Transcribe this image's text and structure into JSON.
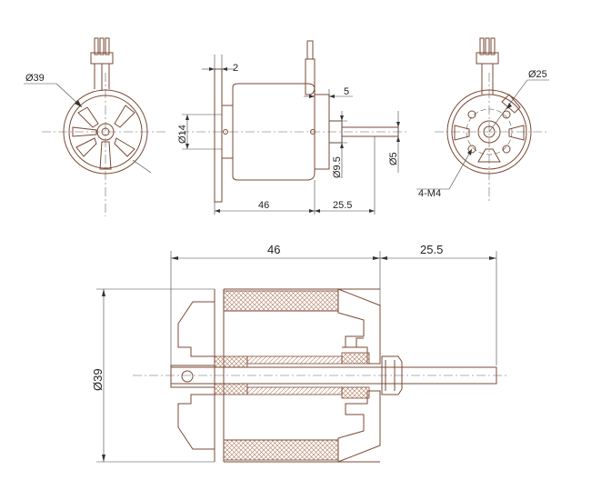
{
  "labels": {
    "front_diameter": "Ø39",
    "stub_width": "2",
    "shaft_step": "5",
    "body_diameter": "Ø14",
    "shaft_base_diameter": "Ø9.5",
    "shaft_diameter": "Ø5",
    "body_length": "46",
    "shaft_length": "25.5",
    "rear_circle": "Ø25",
    "mount_holes": "4-M4",
    "section_length": "46",
    "section_shaft": "25.5",
    "section_diameter": "Ø39"
  },
  "colors": {
    "line": "#4a4a4a",
    "part_outline": "#7a4a35",
    "hatch": "#b07a60"
  }
}
